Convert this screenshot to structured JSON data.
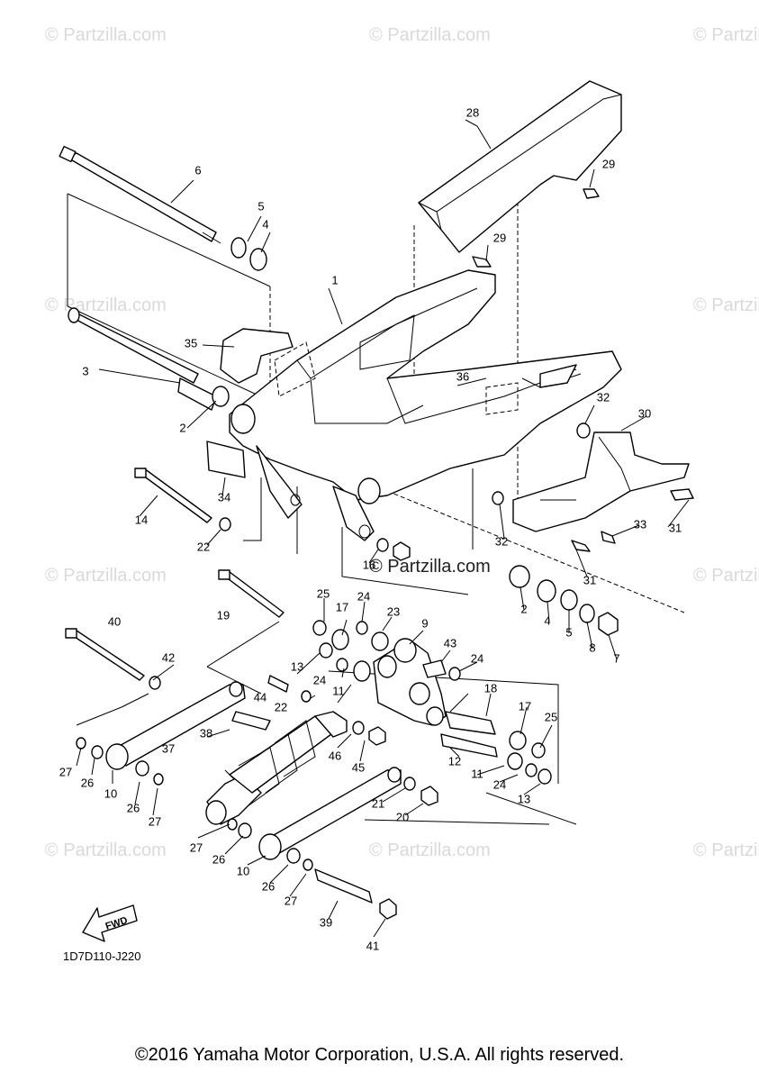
{
  "watermark": "© Partzilla.com",
  "diagram_code": "1D7D110-J220",
  "fwd_label": "FWD",
  "copyright": "©2016 Yamaha Motor Corporation, U.S.A. All rights reserved.",
  "part_labels": [
    "1",
    "2",
    "3",
    "4",
    "5",
    "6",
    "7",
    "8",
    "9",
    "10",
    "11",
    "12",
    "13",
    "14",
    "16",
    "17",
    "18",
    "19",
    "20",
    "21",
    "22",
    "23",
    "24",
    "25",
    "26",
    "27",
    "28",
    "29",
    "30",
    "31",
    "32",
    "33",
    "34",
    "35",
    "36",
    "37",
    "38",
    "39",
    "40",
    "41",
    "42",
    "43",
    "44",
    "45",
    "46"
  ]
}
